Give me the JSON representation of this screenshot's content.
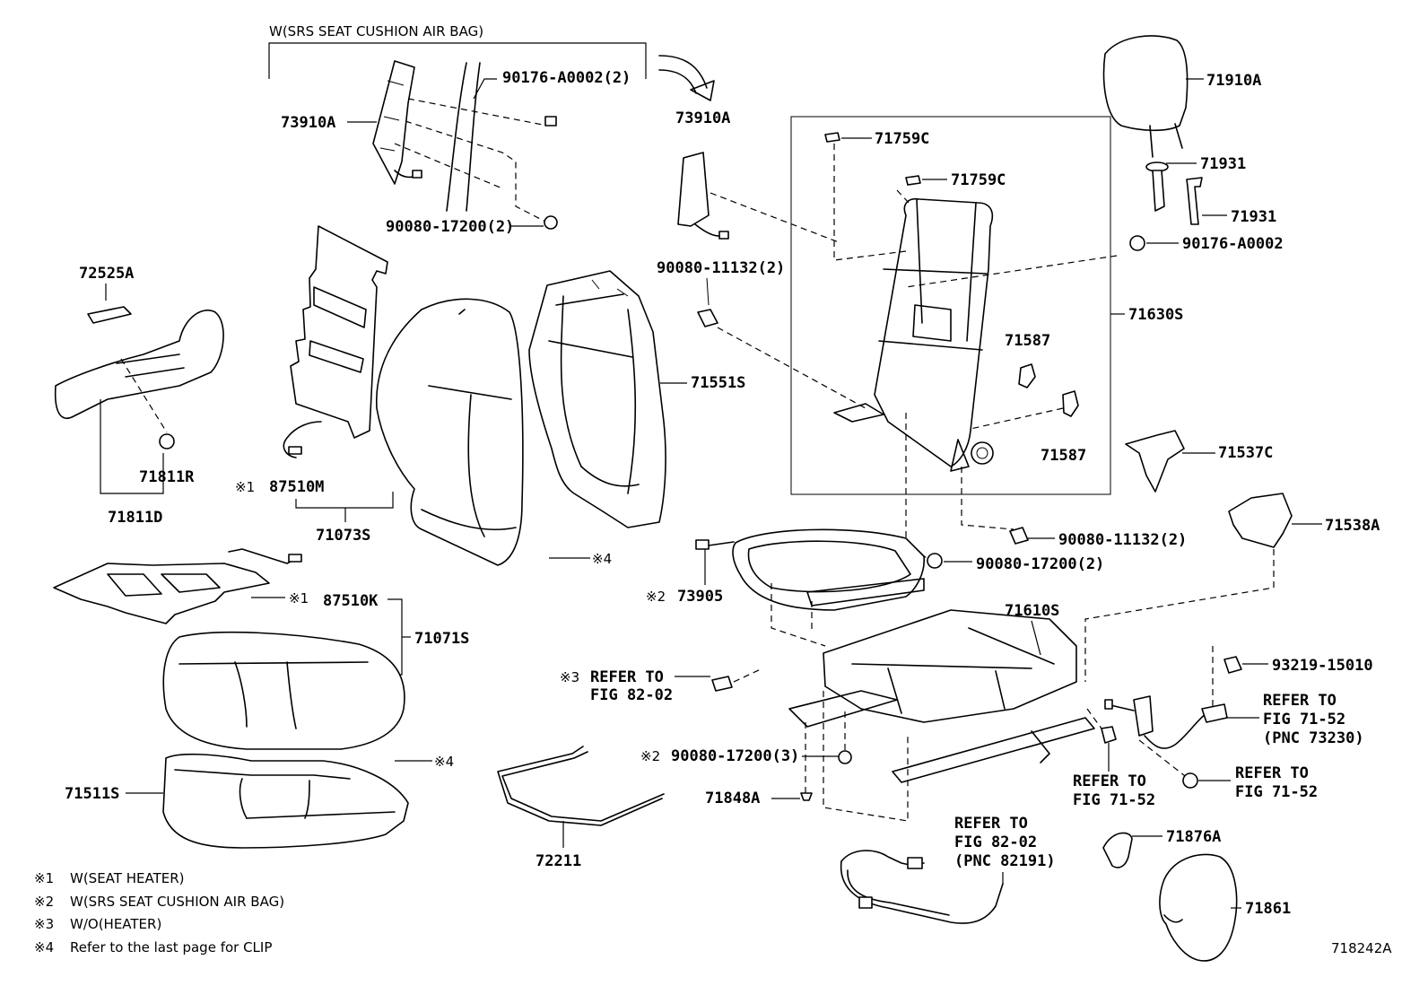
{
  "labels": {
    "srs_group": "W(SRS SEAT CUSHION AIR BAG)",
    "p73910A_a": "73910A",
    "p73910A_b": "73910A",
    "p90176_2": "90176-A0002(2)",
    "p90080_17200_2a": "90080-17200(2)",
    "p71910A": "71910A",
    "p71931_a": "71931",
    "p71931_b": "71931",
    "p71759C_a": "71759C",
    "p71759C_b": "71759C",
    "p90176": "90176-A0002",
    "p72525A": "72525A",
    "p90080_11132_2a": "90080-11132(2)",
    "p71630S": "71630S",
    "p71587_a": "71587",
    "p71587_b": "71587",
    "p71551S": "71551S",
    "p71811R": "71811R",
    "p71811D": "71811D",
    "p87510M": "87510M",
    "p71073S": "71073S",
    "p71537C": "71537C",
    "p71538A": "71538A",
    "p90080_11132_2b": "90080-11132(2)",
    "p90080_17200_2b": "90080-17200(2)",
    "p73905": "73905",
    "p87510K": "87510K",
    "p71071S": "71071S",
    "p71610S": "71610S",
    "p93219": "93219-15010",
    "refer_to_1": "REFER TO",
    "fig_82_02_1": "FIG 82-02",
    "refer_to_2": "REFER TO",
    "fig_71_52_2": "FIG 71-52",
    "pnc_73230": "(PNC 73230)",
    "p90080_17200_3": "90080-17200(3)",
    "refer_to_3": "REFER TO",
    "fig_71_52_3": "FIG 71-52",
    "refer_to_4": "REFER TO",
    "fig_71_52_4": "FIG 71-52",
    "p71848A": "71848A",
    "p71511S": "71511S",
    "p72211": "72211",
    "refer_to_5": "REFER TO",
    "fig_82_02_5": "FIG 82-02",
    "pnc_82191": "(PNC 82191)",
    "p71876A": "71876A",
    "p71861": "71861",
    "clip4_a": "※4",
    "clip4_b": "※4",
    "mark1_a": "※1",
    "mark1_b": "※1",
    "mark2_a": "※2",
    "mark2_b": "※2",
    "mark3": "※3",
    "diagram_id": "718242A"
  },
  "footnotes": [
    {
      "mark": "※1",
      "text": "W(SEAT HEATER)"
    },
    {
      "mark": "※2",
      "text": "W(SRS SEAT CUSHION AIR BAG)"
    },
    {
      "mark": "※3",
      "text": "W/O(HEATER)"
    },
    {
      "mark": "※4",
      "text": "Refer to the last page for CLIP"
    }
  ]
}
